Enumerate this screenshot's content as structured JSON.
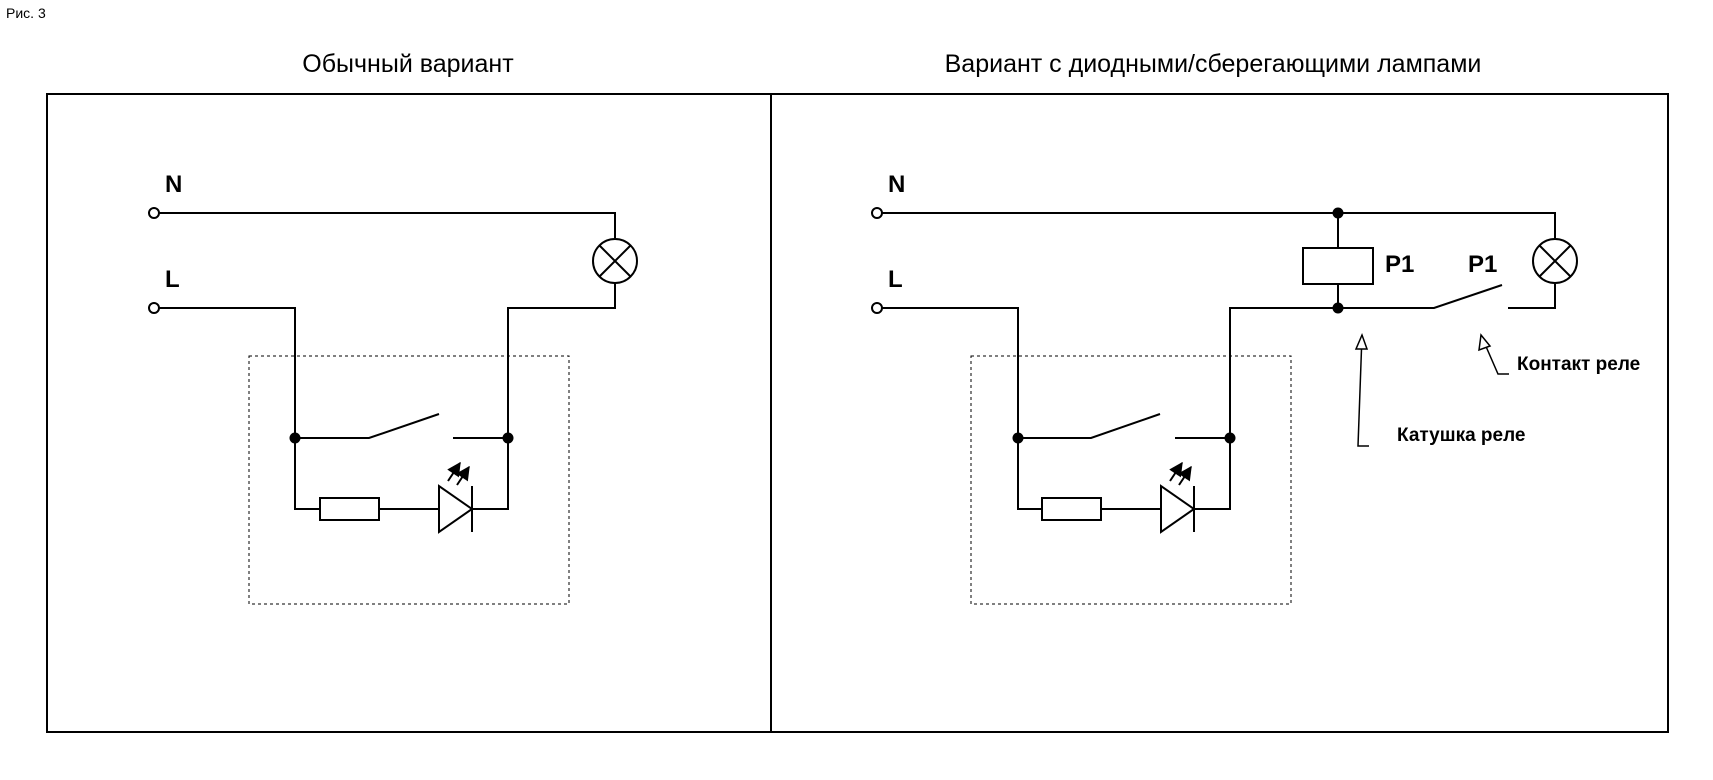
{
  "figure_label": "Рис. 3",
  "left_panel": {
    "title": "Обычный вариант",
    "terminal_n": "N",
    "terminal_l": "L"
  },
  "right_panel": {
    "title": "Вариант с диодными/сберегающими лампами",
    "terminal_n": "N",
    "terminal_l": "L",
    "relay_coil_label": "P1",
    "relay_contact_label": "P1",
    "annotation_contact": "Контакт реле",
    "annotation_coil": "Катушка реле"
  }
}
